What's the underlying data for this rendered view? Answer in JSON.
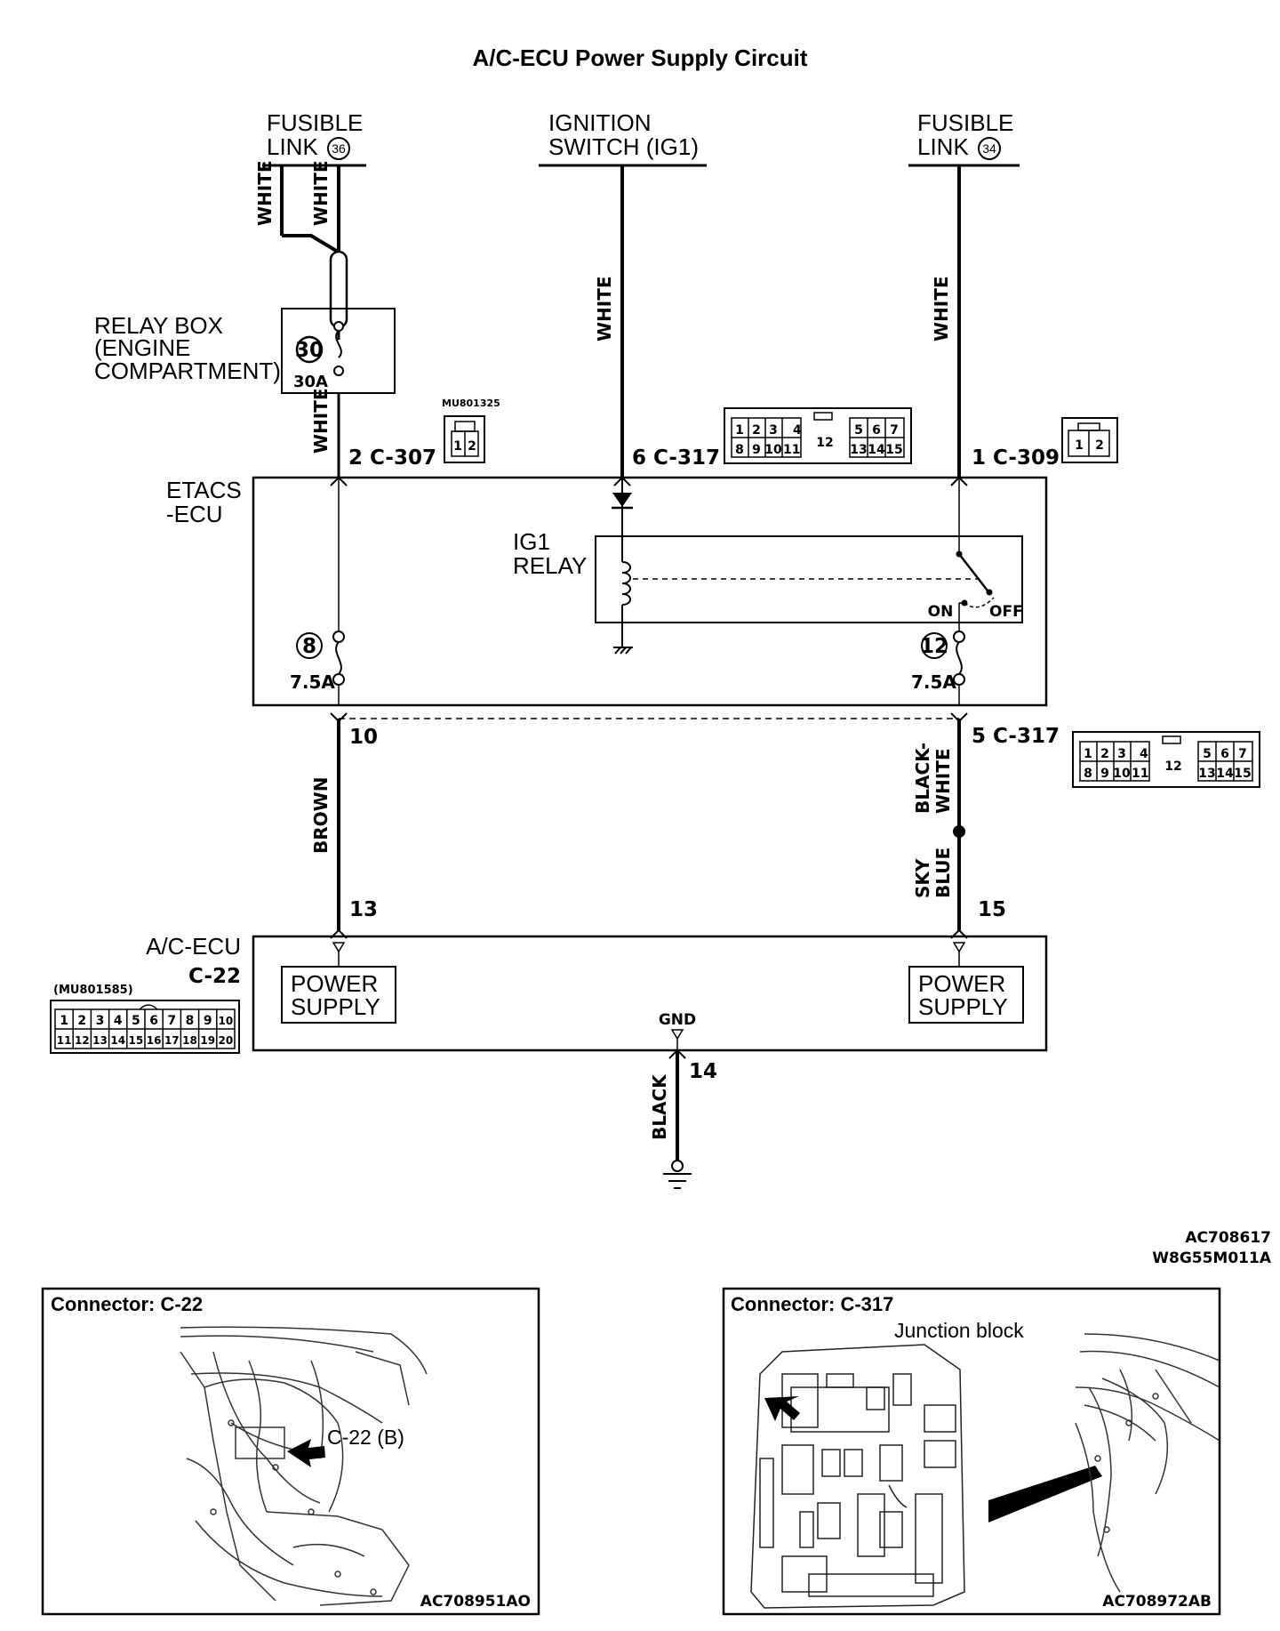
{
  "title": "A/C-ECU Power Supply Circuit",
  "sources": {
    "fusible_36": {
      "line1": "FUSIBLE",
      "line2": "LINK",
      "num": "36"
    },
    "ignition": {
      "line1": "IGNITION",
      "line2": "SWITCH (IG1)"
    },
    "fusible_34": {
      "line1": "FUSIBLE",
      "line2": "LINK",
      "num": "34"
    }
  },
  "wires": {
    "white": "WHITE",
    "brown": "BROWN",
    "black_white_1": "BLACK-",
    "black_white_2": "WHITE",
    "sky_blue_1": "SKY",
    "sky_blue_2": "BLUE",
    "black": "BLACK"
  },
  "relay_box": {
    "line1": "RELAY BOX",
    "line2": "(ENGINE",
    "line3": "COMPARTMENT)",
    "fuse_num": "30",
    "fuse_rating": "30A"
  },
  "connectors": {
    "c307": "2 C-307",
    "c307_part": "MU801325",
    "c317_top": "6 C-317",
    "c309": "1 C-309",
    "c317_bottom": "5 C-317",
    "pin10": "10",
    "pin13": "13",
    "pin15": "15",
    "pin14": "14",
    "pin_cells_a": [
      "1",
      "2",
      "3",
      "4",
      "5",
      "6",
      "7"
    ],
    "pin_cells_b": [
      "8",
      "9",
      "10",
      "11",
      "13",
      "14",
      "15"
    ],
    "pin_cell_mid": "12",
    "two_pin": [
      "1",
      "2"
    ],
    "c22_part": "(MU801585)",
    "c22_row1": [
      "1",
      "2",
      "3",
      "4",
      "5",
      "6",
      "7",
      "8",
      "9",
      "10"
    ],
    "c22_row2": [
      "11",
      "12",
      "13",
      "14",
      "15",
      "16",
      "17",
      "18",
      "19",
      "20"
    ]
  },
  "etacs": {
    "line1": "ETACS",
    "line2": "-ECU",
    "relay_line1": "IG1",
    "relay_line2": "RELAY",
    "on": "ON",
    "off": "OFF",
    "fuse8_num": "8",
    "fuse8_rating": "7.5A",
    "fuse12_num": "12",
    "fuse12_rating": "7.5A"
  },
  "ac_ecu": {
    "line1": "A/C-ECU",
    "line2": "C-22",
    "power1_line1": "POWER",
    "power1_line2": "SUPPLY",
    "power2_line1": "POWER",
    "power2_line2": "SUPPLY",
    "gnd": "GND"
  },
  "codes": {
    "line1": "AC708617",
    "line2": "W8G55M011A"
  },
  "photos": [
    {
      "title": "Connector: C-22",
      "callout": "C-22 (B)",
      "code": "AC708951AO"
    },
    {
      "title": "Connector: C-317",
      "callout": "Junction block",
      "code": "AC708972AB"
    }
  ]
}
